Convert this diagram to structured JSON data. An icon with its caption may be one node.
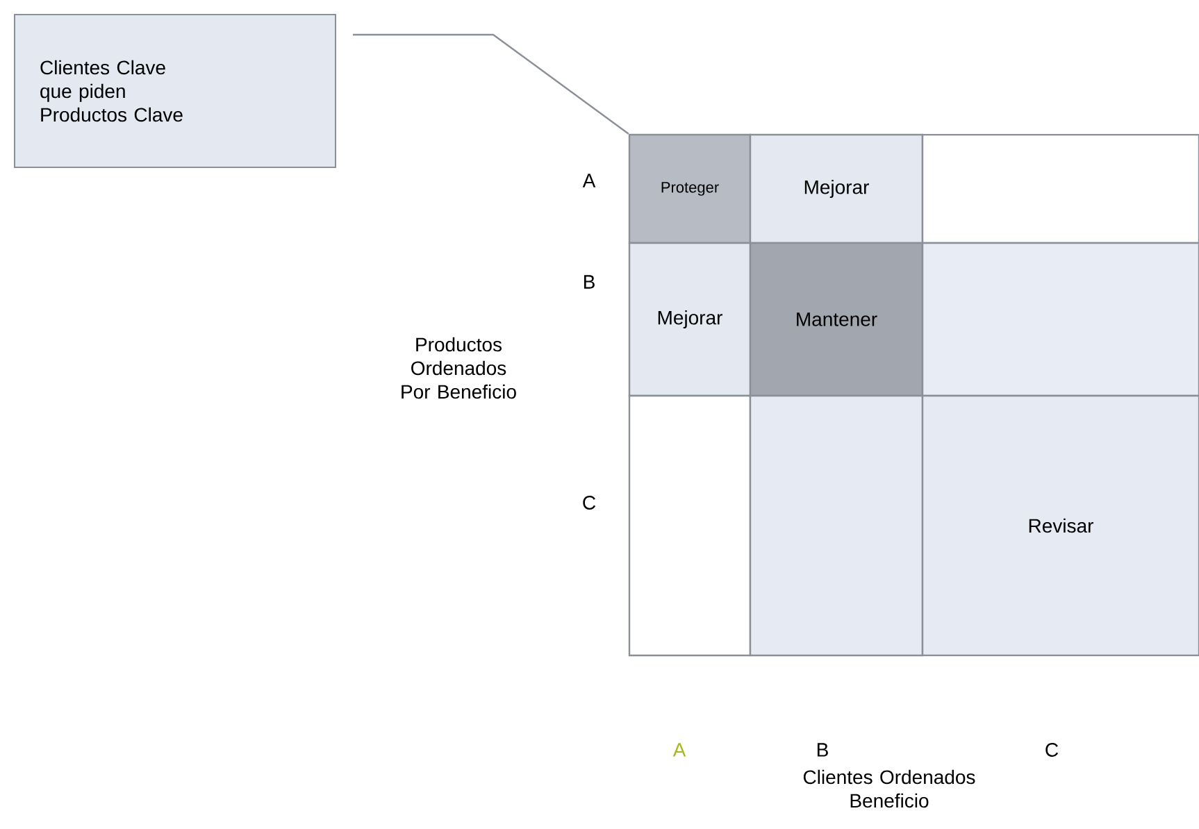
{
  "diagram": {
    "nodes": [
      {
        "text": [
          "Clientes Clave que piden Productos Clave"
        ]
      },
      {
        "text": [
          "Proteger"
        ]
      },
      {
        "text": [
          "Mejorar"
        ]
      },
      {
        "text": [],
        "shape": "box"
      },
      {
        "text": [
          "Mejorar"
        ]
      },
      {
        "text": [
          "Mantener"
        ]
      },
      {
        "text": [],
        "shape": "box"
      },
      {
        "text": [],
        "shape": "box"
      },
      {
        "text": [],
        "shape": "box"
      },
      {
        "text": [
          "Revisar"
        ]
      }
    ],
    "edges": [
      {
        "from": 0,
        "to": 1,
        "arrow": "none"
      }
    ],
    "labels": [
      "A",
      "B",
      "Productos Ordenados Por Beneficio",
      "C",
      "A",
      "B",
      "C",
      "Clientes Ordenados Beneficio"
    ]
  }
}
